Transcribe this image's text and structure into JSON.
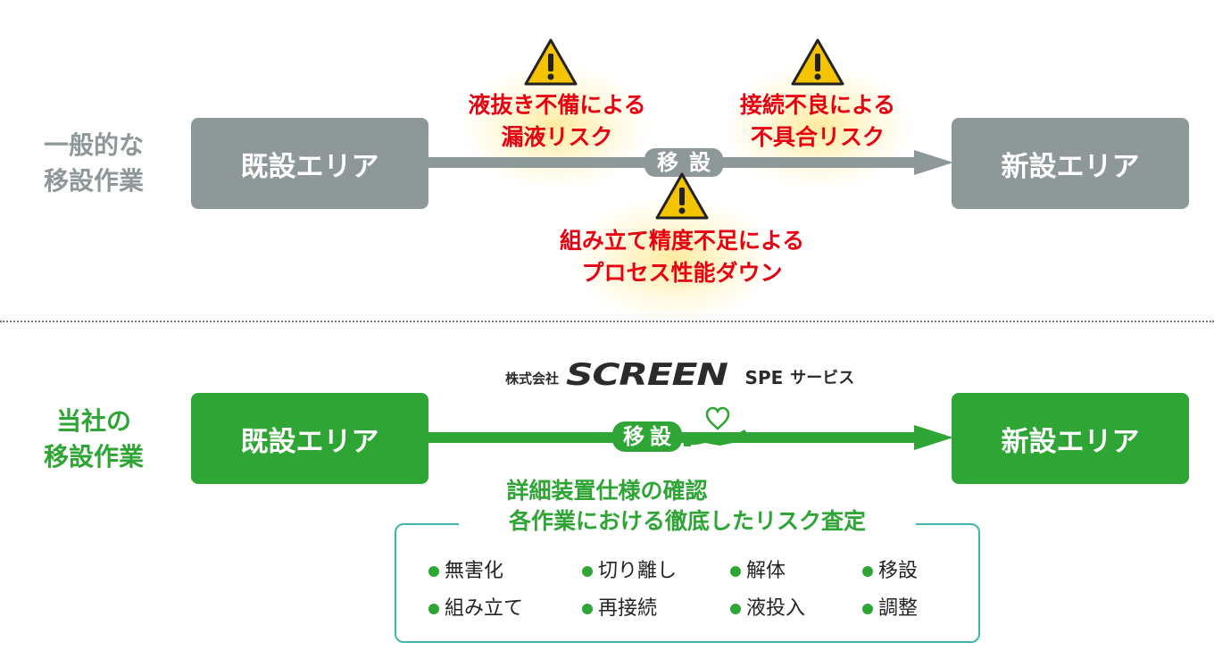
{
  "colors": {
    "gray": "#8f9899",
    "green": "#2ea534",
    "risk_red": "#e60012",
    "box_border": "#41b6a6",
    "warning_yellow": "#f5c400"
  },
  "general": {
    "label_line1": "一般的な",
    "label_line2": "移設作業",
    "source_area": "既設エリア",
    "target_area": "新設エリア",
    "move_label": "移設",
    "risks": [
      {
        "line1": "液抜き不備による",
        "line2": "漏液リスク",
        "icon": "warning-icon"
      },
      {
        "line1": "接続不良による",
        "line2": "不具合リスク",
        "icon": "warning-icon"
      },
      {
        "line1": "組み立て精度不足による",
        "line2": "プロセス性能ダウン",
        "icon": "warning-icon"
      }
    ]
  },
  "ours": {
    "label_line1": "当社の",
    "label_line2": "移設作業",
    "source_area": "既設エリア",
    "target_area": "新設エリア",
    "move_label": "移設",
    "move_icon": "heart-hand-icon",
    "company_prefix": "株式会社",
    "brand": "SCREEN",
    "brand_suffix": "SPE",
    "service": "サービス",
    "assurance_line1": "詳細装置仕様の確認",
    "assurance_line2": "各作業における徹底したリスク査定",
    "tasks": [
      "無害化",
      "切り離し",
      "解体",
      "移設",
      "組み立て",
      "再接続",
      "液投入",
      "調整"
    ]
  }
}
